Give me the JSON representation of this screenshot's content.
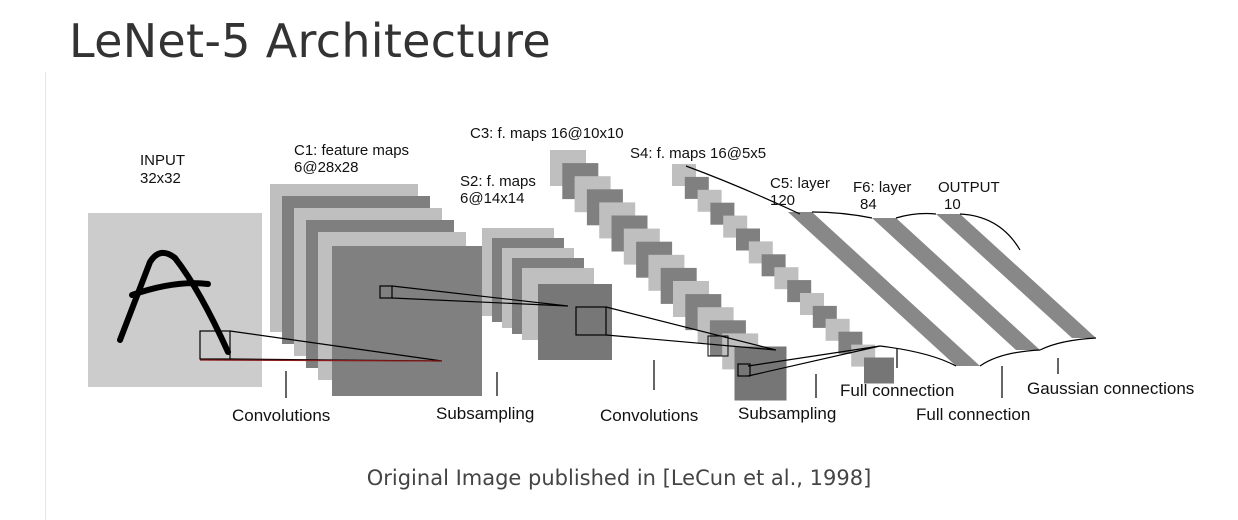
{
  "page": {
    "title": "LeNet-5 Architecture",
    "caption": "Original Image published in [LeCun et al., 1998]"
  },
  "diagram": {
    "layers": [
      {
        "id": "input",
        "line1": "INPUT",
        "line2": "32x32"
      },
      {
        "id": "c1",
        "line1": "C1: feature maps",
        "line2": "6@28x28"
      },
      {
        "id": "s2",
        "line1": "S2: f. maps",
        "line2": "6@14x14"
      },
      {
        "id": "c3",
        "line1": "C3: f. maps 16@10x10",
        "line2": ""
      },
      {
        "id": "s4",
        "line1": "S4: f. maps 16@5x5",
        "line2": ""
      },
      {
        "id": "c5",
        "line1": "C5: layer",
        "line2": "120"
      },
      {
        "id": "f6",
        "line1": "F6: layer",
        "line2": "84"
      },
      {
        "id": "output",
        "line1": "OUTPUT",
        "line2": "10"
      }
    ],
    "operations": [
      "Convolutions",
      "Subsampling",
      "Convolutions",
      "Subsampling",
      "Full connection",
      "Full connection",
      "Gaussian connections"
    ],
    "colors": {
      "input_plane": "#cccccc",
      "light_map": "#bfbfbf",
      "dark_map": "#808080",
      "darker_map": "#767676",
      "input_glyph": "#000000",
      "receptive_field_line": "#8b1a1a"
    }
  }
}
